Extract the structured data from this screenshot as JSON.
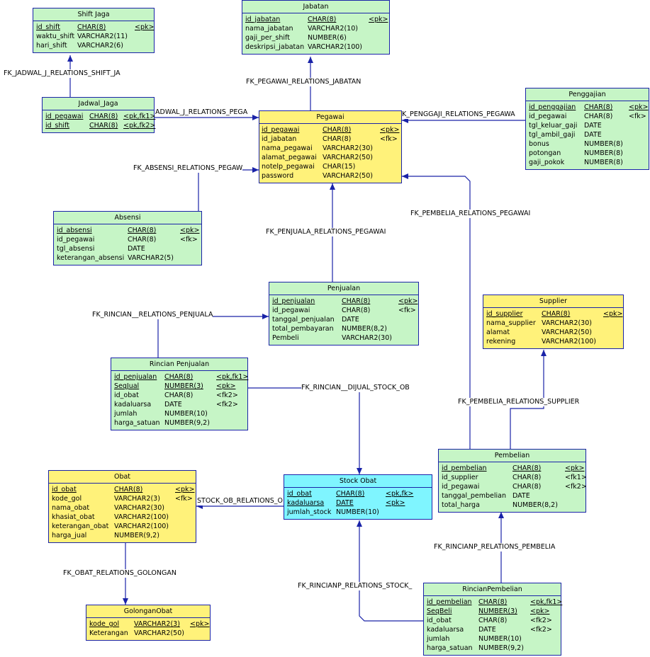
{
  "colors": {
    "green": "#c6f5c6",
    "yellow": "#fff27a",
    "cyan": "#7ff5ff",
    "line": "#1a23a8"
  },
  "entities": [
    {
      "id": "shift",
      "title": "Shift Jaga",
      "color": "green",
      "rows": [
        [
          "id_shift",
          "CHAR(8)",
          "<pk>",
          true
        ],
        [
          "waktu_shift",
          "VARCHAR2(11)",
          "",
          false
        ],
        [
          "hari_shift",
          "VARCHAR2(6)",
          "",
          false
        ]
      ]
    },
    {
      "id": "jabatan",
      "title": "Jabatan",
      "color": "green",
      "rows": [
        [
          "id_jabatan",
          "CHAR(8)",
          "<pk>",
          true
        ],
        [
          "nama_jabatan",
          "VARCHAR2(10)",
          "",
          false
        ],
        [
          "gaji_per_shift",
          "NUMBER(6)",
          "",
          false
        ],
        [
          "deskripsi_jabatan",
          "VARCHAR2(100)",
          "",
          false
        ]
      ]
    },
    {
      "id": "penggajian",
      "title": "Penggajian",
      "color": "green",
      "rows": [
        [
          "id_penggajian",
          "CHAR(8)",
          "<pk>",
          true
        ],
        [
          "id_pegawai",
          "CHAR(8)",
          "<fk>",
          false
        ],
        [
          "tgl_keluar_gaji",
          "DATE",
          "",
          false
        ],
        [
          "tgl_ambil_gaji",
          "DATE",
          "",
          false
        ],
        [
          "bonus",
          "NUMBER(8)",
          "",
          false
        ],
        [
          "potongan",
          "NUMBER(8)",
          "",
          false
        ],
        [
          "gaji_pokok",
          "NUMBER(8)",
          "",
          false
        ]
      ]
    },
    {
      "id": "jadwal",
      "title": "Jadwal_Jaga",
      "color": "green",
      "rows": [
        [
          "id_pegawai",
          "CHAR(8)",
          "<pk,fk1>",
          true
        ],
        [
          "id_shift",
          "CHAR(8)",
          "<pk,fk2>",
          true
        ]
      ]
    },
    {
      "id": "pegawai",
      "title": "Pegawai",
      "color": "yellow",
      "rows": [
        [
          "id_pegawai",
          "CHAR(8)",
          "<pk>",
          true
        ],
        [
          "id_jabatan",
          "CHAR(8)",
          "<fk>",
          false
        ],
        [
          "nama_pegawai",
          "VARCHAR2(30)",
          "",
          false
        ],
        [
          "alamat_pegawai",
          "VARCHAR2(50)",
          "",
          false
        ],
        [
          "notelp_pegawai",
          "CHAR(15)",
          "",
          false
        ],
        [
          "password",
          "VARCHAR2(50)",
          "",
          false
        ]
      ]
    },
    {
      "id": "absensi",
      "title": "Absensi",
      "color": "green",
      "rows": [
        [
          "id_absensi",
          "CHAR(8)",
          "<pk>",
          true
        ],
        [
          "id_pegawai",
          "CHAR(8)",
          "<fk>",
          false
        ],
        [
          "tgl_absensi",
          "DATE",
          "",
          false
        ],
        [
          "keterangan_absensi",
          "VARCHAR2(5)",
          "",
          false
        ]
      ]
    },
    {
      "id": "penjualan",
      "title": "Penjualan",
      "color": "green",
      "rows": [
        [
          "id_penjualan",
          "CHAR(8)",
          "<pk>",
          true
        ],
        [
          "id_pegawai",
          "CHAR(8)",
          "<fk>",
          false
        ],
        [
          "tanggal_penjualan",
          "DATE",
          "",
          false
        ],
        [
          "total_pembayaran",
          "NUMBER(8,2)",
          "",
          false
        ],
        [
          "Pembeli",
          "VARCHAR2(30)",
          "",
          false
        ]
      ]
    },
    {
      "id": "supplier",
      "title": "Supplier",
      "color": "yellow",
      "rows": [
        [
          "id_supplier",
          "CHAR(8)",
          "<pk>",
          true
        ],
        [
          "nama_supplier",
          "VARCHAR2(30)",
          "",
          false
        ],
        [
          "alamat",
          "VARCHAR2(50)",
          "",
          false
        ],
        [
          "rekening",
          "VARCHAR2(100)",
          "",
          false
        ]
      ]
    },
    {
      "id": "rincianpenjualan",
      "title": "Rincian Penjualan",
      "color": "green",
      "rows": [
        [
          "id_penjualan",
          "CHAR(8)",
          "<pk,fk1>",
          true
        ],
        [
          "SeqJual",
          "NUMBER(3)",
          "<pk>",
          true
        ],
        [
          "id_obat",
          "CHAR(8)",
          "<fk2>",
          false
        ],
        [
          "kadaluarsa",
          "DATE",
          "<fk2>",
          false
        ],
        [
          "jumlah",
          "NUMBER(10)",
          "",
          false
        ],
        [
          "harga_satuan",
          "NUMBER(9,2)",
          "",
          false
        ]
      ]
    },
    {
      "id": "pembelian",
      "title": "Pembelian",
      "color": "green",
      "rows": [
        [
          "id_pembelian",
          "CHAR(8)",
          "<pk>",
          true
        ],
        [
          "id_supplier",
          "CHAR(8)",
          "<fk1>",
          false
        ],
        [
          "id_pegawai",
          "CHAR(8)",
          "<fk2>",
          false
        ],
        [
          "tanggal_pembelian",
          "DATE",
          "",
          false
        ],
        [
          "total_harga",
          "NUMBER(8,2)",
          "",
          false
        ]
      ]
    },
    {
      "id": "obat",
      "title": "Obat",
      "color": "yellow",
      "rows": [
        [
          "id_obat",
          "CHAR(8)",
          "<pk>",
          true
        ],
        [
          "kode_gol",
          "VARCHAR2(3)",
          "<fk>",
          false
        ],
        [
          "nama_obat",
          "VARCHAR2(30)",
          "",
          false
        ],
        [
          "khasiat_obat",
          "VARCHAR2(100)",
          "",
          false
        ],
        [
          "keterangan_obat",
          "VARCHAR2(100)",
          "",
          false
        ],
        [
          "harga_jual",
          "NUMBER(9,2)",
          "",
          false
        ]
      ]
    },
    {
      "id": "stockobat",
      "title": "Stock Obat",
      "color": "cyan",
      "rows": [
        [
          "id_obat",
          "CHAR(8)",
          "<pk,fk>",
          true
        ],
        [
          "kadaluarsa",
          "DATE",
          "<pk>",
          true
        ],
        [
          "jumlah_stock",
          "NUMBER(10)",
          "",
          false
        ]
      ]
    },
    {
      "id": "golongan",
      "title": "GolonganObat",
      "color": "yellow",
      "rows": [
        [
          "kode_gol",
          "VARCHAR2(3)",
          "<pk>",
          true
        ],
        [
          "Keterangan",
          "VARCHAR2(50)",
          "",
          false
        ]
      ]
    },
    {
      "id": "rincianpembelian",
      "title": "RincianPembelian",
      "color": "green",
      "rows": [
        [
          "id_pembelian",
          "CHAR(8)",
          "<pk,fk1>",
          true
        ],
        [
          "SeqBeli",
          "NUMBER(3)",
          "<pk>",
          true
        ],
        [
          "id_obat",
          "CHAR(8)",
          "<fk2>",
          false
        ],
        [
          "kadaluarsa",
          "DATE",
          "<fk2>",
          false
        ],
        [
          "jumlah",
          "NUMBER(10)",
          "",
          false
        ],
        [
          "harga_satuan",
          "NUMBER(9,2)",
          "",
          false
        ]
      ]
    }
  ],
  "relations": [
    {
      "id": "r1",
      "label": "FK_JADWAL_J_RELATIONS_SHIFT_JA"
    },
    {
      "id": "r2",
      "label": "FK_PEGAWAI_RELATIONS_JABATAN"
    },
    {
      "id": "r3",
      "label": "ADWAL_J_RELATIONS_PEGA"
    },
    {
      "id": "r4",
      "label": "K_PENGGAJI_RELATIONS_PEGAWA"
    },
    {
      "id": "r5",
      "label": "FK_ABSENSI_RELATIONS_PEGAW"
    },
    {
      "id": "r6",
      "label": "FK_PEMBELIA_RELATIONS_PEGAWAI"
    },
    {
      "id": "r7",
      "label": "FK_PENJUALA_RELATIONS_PEGAWAI"
    },
    {
      "id": "r8",
      "label": "FK_RINCIAN__RELATIONS_PENJUALA"
    },
    {
      "id": "r9",
      "label": "FK_RINCIAN__DIJUAL_STOCK_OB"
    },
    {
      "id": "r10",
      "label": "FK_PEMBELIA_RELATIONS_SUPPLIER"
    },
    {
      "id": "r11",
      "label": "STOCK_OB_RELATIONS_O"
    },
    {
      "id": "r12",
      "label": "FK_RINCIANP_RELATIONS_PEMBELIA"
    },
    {
      "id": "r13",
      "label": "FK_OBAT_RELATIONS_GOLONGAN"
    },
    {
      "id": "r14",
      "label": "FK_RINCIANP_RELATIONS_STOCK_"
    }
  ]
}
